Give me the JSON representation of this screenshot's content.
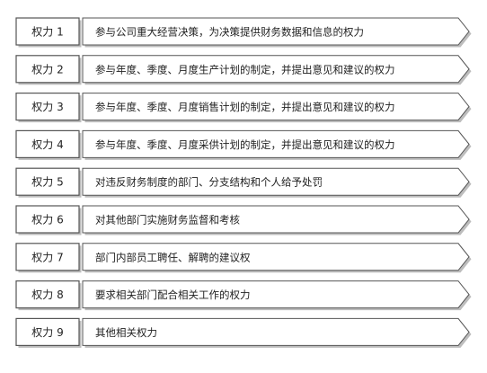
{
  "rows": [
    {
      "label": "权力 1",
      "text": "参与公司重大经营决策，为决策提供财务数据和信息的权力"
    },
    {
      "label": "权力 2",
      "text": "参与年度、季度、月度生产计划的制定，并提出意见和建议的权力"
    },
    {
      "label": "权力 3",
      "text": "参与年度、季度、月度销售计划的制定，并提出意见和建议的权力"
    },
    {
      "label": "权力 4",
      "text": "参与年度、季度、月度采供计划的制定，并提出意见和建议的权力"
    },
    {
      "label": "权力 5",
      "text": "对违反财务制度的部门、分支结构和个人给予处罚"
    },
    {
      "label": "权力 6",
      "text": "对其他部门实施财务监督和考核"
    },
    {
      "label": "权力 7",
      "text": "部门内部员工聘任、解聘的建议权"
    },
    {
      "label": "权力 8",
      "text": "要求相关部门配合相关工作的权力"
    },
    {
      "label": "权力 9",
      "text": "其他相关权力"
    }
  ],
  "colors": {
    "stroke": "#555555",
    "shadow": "#bdbdbd",
    "fill": "#ffffff",
    "text": "#222222"
  }
}
